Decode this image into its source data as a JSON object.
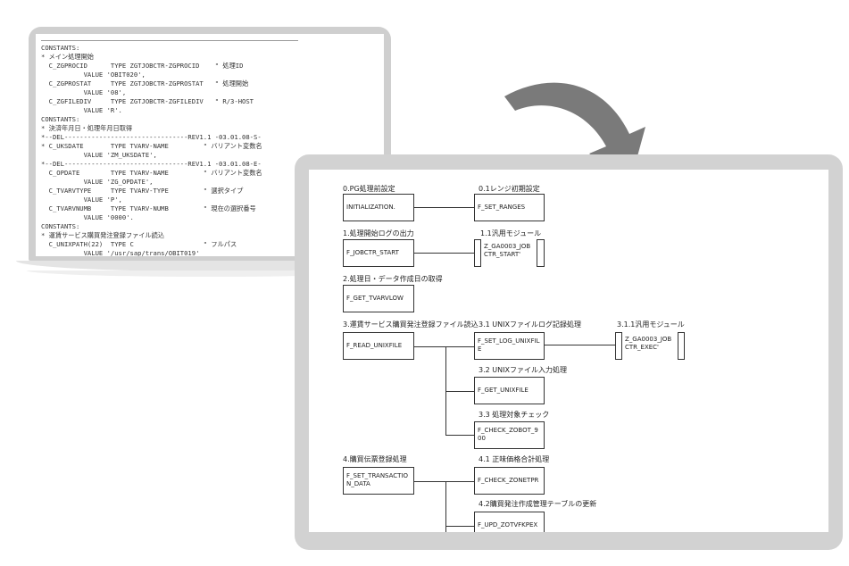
{
  "laptop": {
    "code_lines": [
      "CONSTANTS:",
      "* メイン処理開始",
      "  C_ZGPROCID      TYPE ZGTJOBCTR-ZGPROCID    \" 処理ID",
      "           VALUE 'OBIT020',",
      "  C_ZGPROSTAT     TYPE ZGTJOBCTR-ZGPROSTAT   \" 処理開始",
      "           VALUE '08',",
      "  C_ZGFILEDIV     TYPE ZGTJOBCTR-ZGFILEDIV   \" R/3-HOST",
      "           VALUE 'R'.",
      "CONSTANTS:",
      "* 決済年月日・処理年月日取得",
      "*--DEL--------------------------------REV1.1 -03.01.08-S-",
      "* C_UKSDATE       TYPE TVARV-NAME         \" バリアント変数名",
      "           VALUE 'ZM_UKSDATE',",
      "*--DEL--------------------------------REV1.1 -03.01.08-E-",
      "  C_OPDATE        TYPE TVARV-NAME         \" バリアント変数名",
      "           VALUE 'ZG_OPDATE',",
      "  C_TVARVTYPE     TYPE TVARV-TYPE         \" 選択タイプ",
      "           VALUE 'P',",
      "  C_TVARVNUMB     TYPE TVARV-NUMB         \" 現在の選択番号",
      "           VALUE '0000'.",
      "CONSTANTS:",
      "* 運賃サービス購買発注登録ファイル読込",
      "  C_UNIXPATH(22)  TYPE C                  \" フルパス",
      "           VALUE '/usr/sap/trans/OBIT019'"
    ]
  },
  "diagram": {
    "nodes": [
      {
        "id": "n0",
        "heading": "0.PG処理前設定",
        "box": "INITIALIZATION."
      },
      {
        "id": "n01",
        "heading": "0.1レンジ初期設定",
        "box": "F_SET_RANGES"
      },
      {
        "id": "n1",
        "heading": "1.処理開始ログの出力",
        "box": "F_JOBCTR_START"
      },
      {
        "id": "n11",
        "heading": "1.1汎用モジュール",
        "box": "Z_GA0003_JOBCTR_START'"
      },
      {
        "id": "n2",
        "heading": "2.処理日・データ作成日の取得",
        "box": "F_GET_TVARVLOW"
      },
      {
        "id": "n3",
        "heading": "3.運賃サービス購買発注登録ファイル読込",
        "box": "F_READ_UNIXFILE"
      },
      {
        "id": "n31",
        "heading": "3.1 UNIXファイルログ記録処理",
        "box": "F_SET_LOG_UNIXFILE"
      },
      {
        "id": "n311",
        "heading": "3.1.1汎用モジュール",
        "box": "Z_GA0003_JOBCTR_EXEC'"
      },
      {
        "id": "n32",
        "heading": "3.2 UNIXファイル入力処理",
        "box": "F_GET_UNIXFILE"
      },
      {
        "id": "n33",
        "heading": "3.3 処理対象チェック",
        "box": "F_CHECK_ZOBOT_900"
      },
      {
        "id": "n4",
        "heading": "4.購買伝票登録処理",
        "box": "F_SET_TRANSACTION_DATA"
      },
      {
        "id": "n41",
        "heading": "4.1 正味価格合計処理",
        "box": "F_CHECK_ZONETPR"
      },
      {
        "id": "n42",
        "heading": "4.2購買発注作成管理テーブルの更新",
        "box": "F_UPD_ZOTVFKPEX"
      }
    ]
  },
  "colors": {
    "arrow": "#7a7a7a",
    "frame": "#d2d2d2",
    "line": "#333333"
  }
}
